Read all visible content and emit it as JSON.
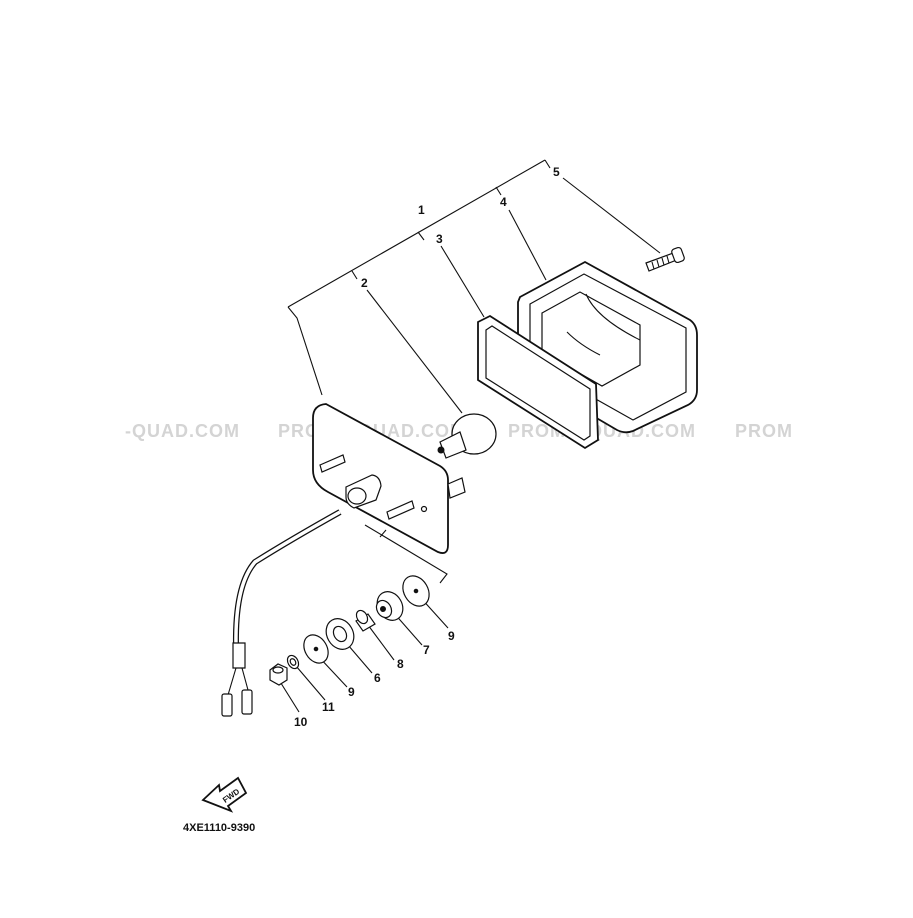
{
  "diagram": {
    "part_number": "4XE1110-9390",
    "fwd_label": "FWD",
    "watermarks": [
      "-QUAD.COM",
      "PROMO-QUAD.COM",
      "PROMO-QUAD.COM",
      "PROM"
    ],
    "callouts": [
      "1",
      "2",
      "3",
      "4",
      "5",
      "6",
      "7",
      "8",
      "9",
      "9",
      "10",
      "11"
    ]
  }
}
